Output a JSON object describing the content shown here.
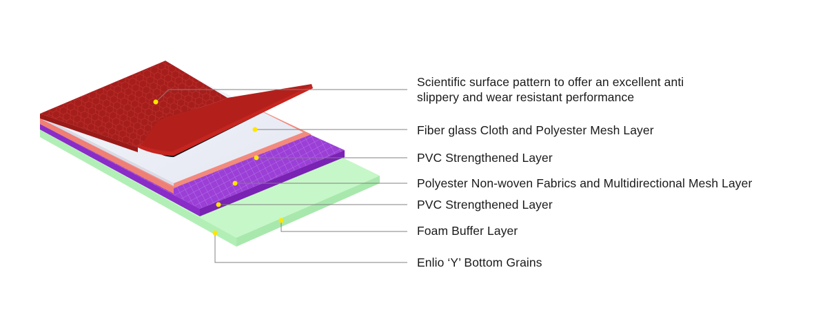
{
  "diagram": {
    "colors": {
      "surface": "#a51e1c",
      "surface_edge": "#c62520",
      "underside": "#111111",
      "fiber": "#eef0f8",
      "pvc_top": "#f28a7e",
      "mesh": "#9b3fd6",
      "mesh_side": "#8a2cc8",
      "foam": "#c6f7c8",
      "foam_side": "#b4f0b8",
      "marker": "#ffe600",
      "leader": "#808080"
    },
    "labels": [
      {
        "line1": "Scientific surface pattern to offer an excellent anti",
        "line2": "slippery and wear resistant performance"
      },
      {
        "line1": "Fiber glass Cloth and Polyester Mesh Layer"
      },
      {
        "line1": "PVC Strengthened Layer"
      },
      {
        "line1": "Polyester Non-woven Fabrics and Multidirectional Mesh Layer"
      },
      {
        "line1": "PVC Strengthened Layer"
      },
      {
        "line1": "Foam Buffer Layer"
      },
      {
        "line1": "Enlio ‘Y’ Bottom Grains"
      }
    ]
  }
}
